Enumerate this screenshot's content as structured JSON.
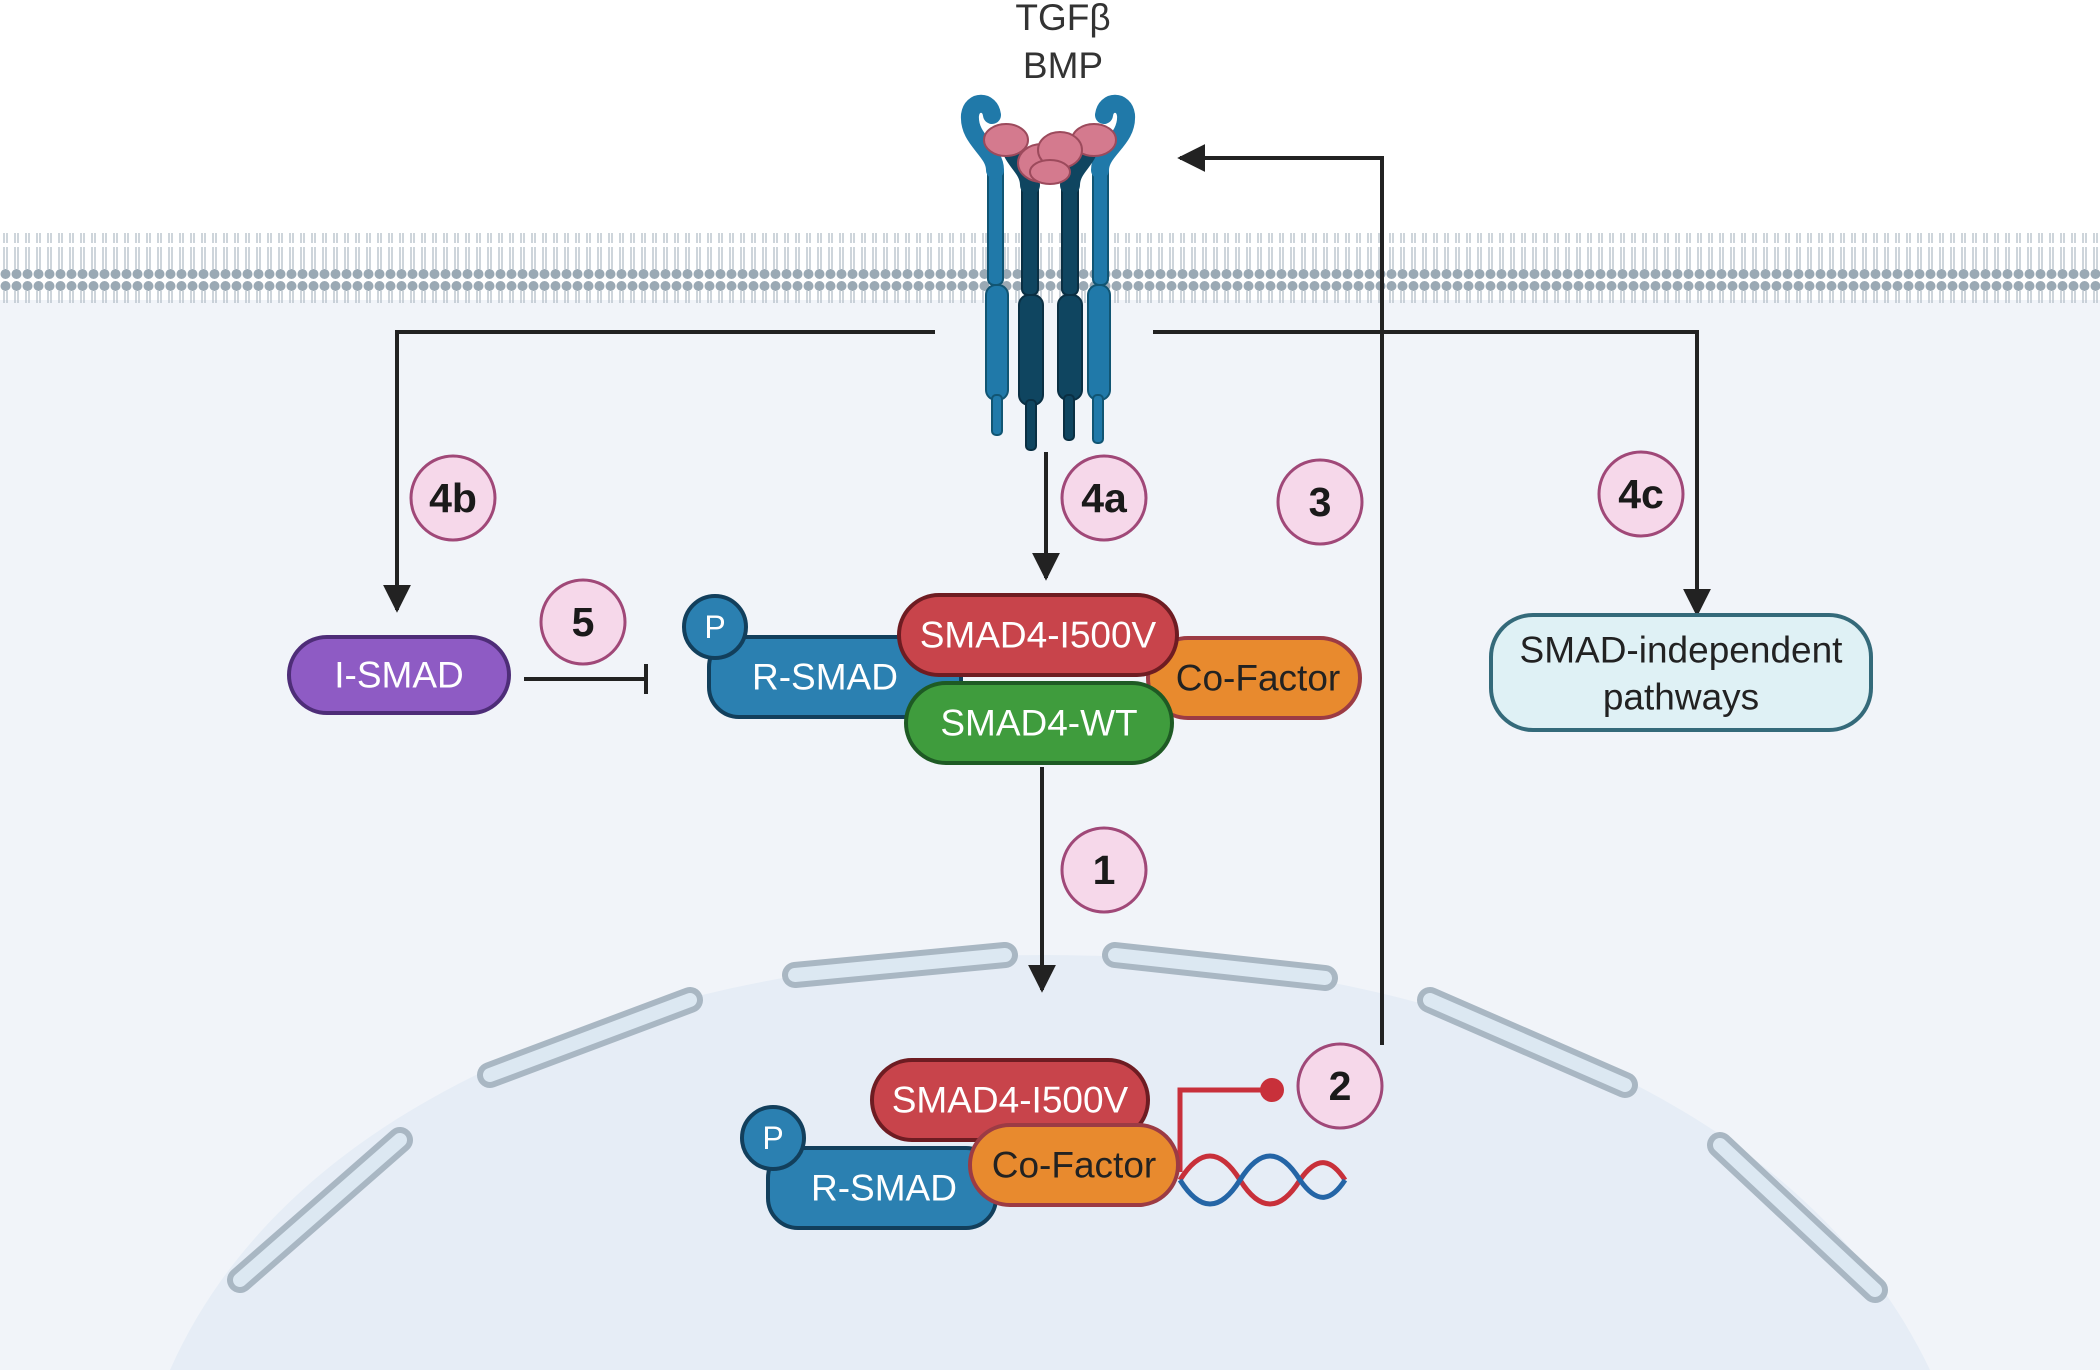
{
  "ligands": {
    "line1": "TGFβ",
    "line2": "BMP"
  },
  "steps": {
    "s1": "1",
    "s2": "2",
    "s3": "3",
    "s4a": "4a",
    "s4b": "4b",
    "s4c": "4c",
    "s5": "5"
  },
  "cytoplasm_complex": {
    "phospho": "P",
    "r_smad": "R-SMAD",
    "smad4_mutant": "SMAD4-I500V",
    "smad4_wt": "SMAD4-WT",
    "cofactor": "Co-Factor"
  },
  "nuclear_complex": {
    "phospho": "P",
    "r_smad": "R-SMAD",
    "smad4_mutant": "SMAD4-I500V",
    "cofactor": "Co-Factor"
  },
  "i_smad": "I-SMAD",
  "smad_independent": {
    "line1": "SMAD-independent",
    "line2": "pathways"
  },
  "colors": {
    "membrane": "#9aa9b4",
    "cytoplasm": "#f1f4f9",
    "receptor_light": "#2079a9",
    "receptor_dark": "#0f4560",
    "ligand": "#d47a8e",
    "smad4_mutant": "#c8444b",
    "smad4_wt": "#3f9c3d",
    "r_smad": "#2b80b1",
    "cofactor": "#e88a2e",
    "i_smad": "#8e5bc4",
    "independent": "#dff1f5",
    "step_circle": "#f6d8ea",
    "dna_red": "#c8303a",
    "dna_blue": "#2465a6"
  }
}
